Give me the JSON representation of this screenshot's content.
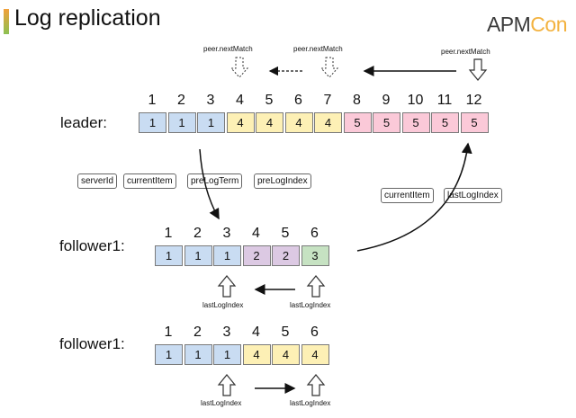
{
  "title": "Log replication",
  "logo": {
    "main": "APM",
    "accent": "Con"
  },
  "indices12": [
    "1",
    "2",
    "3",
    "4",
    "5",
    "6",
    "7",
    "8",
    "9",
    "10",
    "11",
    "12"
  ],
  "indices6": [
    "1",
    "2",
    "3",
    "4",
    "5",
    "6"
  ],
  "leader": {
    "label": "leader:",
    "cells": [
      {
        "v": "1",
        "c": "c1"
      },
      {
        "v": "1",
        "c": "c1"
      },
      {
        "v": "1",
        "c": "c1"
      },
      {
        "v": "4",
        "c": "c4"
      },
      {
        "v": "4",
        "c": "c4"
      },
      {
        "v": "4",
        "c": "c4"
      },
      {
        "v": "4",
        "c": "c4"
      },
      {
        "v": "5",
        "c": "c5"
      },
      {
        "v": "5",
        "c": "c5"
      },
      {
        "v": "5",
        "c": "c5"
      },
      {
        "v": "5",
        "c": "c5"
      },
      {
        "v": "5",
        "c": "c5"
      }
    ]
  },
  "follower_a": {
    "label": "follower1:",
    "cells": [
      {
        "v": "1",
        "c": "c1"
      },
      {
        "v": "1",
        "c": "c1"
      },
      {
        "v": "1",
        "c": "c1"
      },
      {
        "v": "2",
        "c": "c2"
      },
      {
        "v": "2",
        "c": "c2"
      },
      {
        "v": "3",
        "c": "c3"
      }
    ]
  },
  "follower_b": {
    "label": "follower1:",
    "cells": [
      {
        "v": "1",
        "c": "c1"
      },
      {
        "v": "1",
        "c": "c1"
      },
      {
        "v": "1",
        "c": "c1"
      },
      {
        "v": "4",
        "c": "c4"
      },
      {
        "v": "4",
        "c": "c4"
      },
      {
        "v": "4",
        "c": "c4"
      }
    ]
  },
  "peer_next_match": [
    "peer.nextMatch",
    "peer.nextMatch",
    "peer.nextMatch"
  ],
  "request_fields": [
    "serverId",
    "currentItem",
    "preLogTerm",
    "preLogIndex"
  ],
  "response_fields": [
    "currentItem",
    "lastLogIndex"
  ],
  "last_log_index": [
    "lastLogIndex",
    "lastLogIndex",
    "lastLogIndex",
    "lastLogIndex"
  ]
}
